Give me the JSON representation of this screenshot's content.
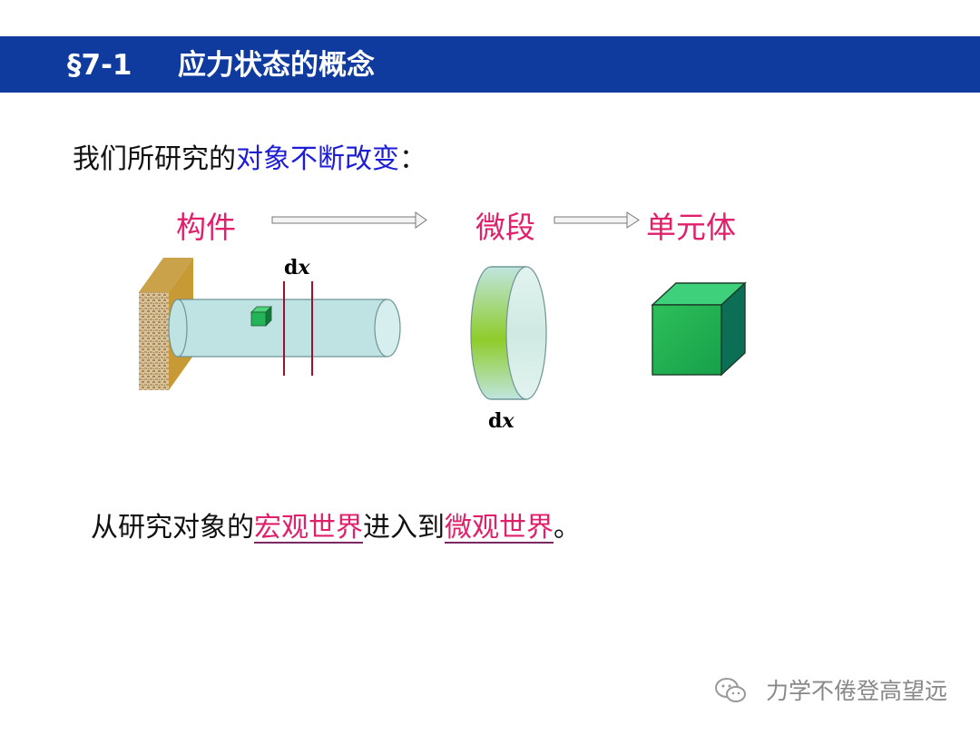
{
  "header": {
    "section_number": "§7-1",
    "title": "应力状态的概念"
  },
  "intro": {
    "prefix": "我们所研究的",
    "highlight": "对象不断改变",
    "suffix": "："
  },
  "diagram": {
    "labels": {
      "component": "构件",
      "segment": "微段",
      "element": "单元体"
    },
    "dx_rod": "d",
    "dx_rod_var": "x",
    "dx_disk": "d",
    "dx_disk_var": "x"
  },
  "conclusion": {
    "part1": "从研究对象的",
    "highlight1": "宏观世界",
    "part2": "进入到",
    "highlight2": "微观世界",
    "end": "。"
  },
  "watermark": {
    "text": "力学不倦登高望远"
  },
  "colors": {
    "header_bg": "#0f3a9e",
    "label_pink": "#e0206a",
    "highlight_blue": "#1d1dd6"
  }
}
